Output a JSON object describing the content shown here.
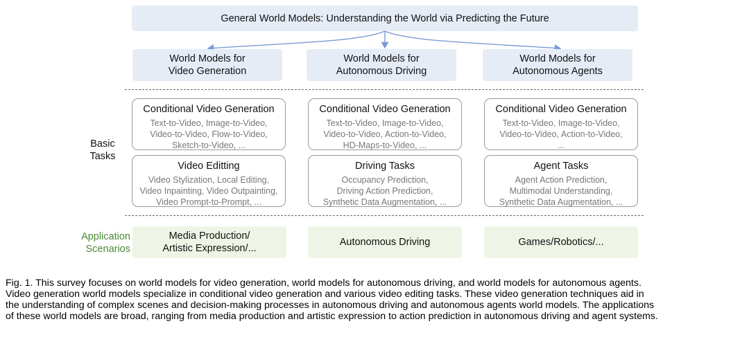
{
  "title": "General World Models: Understanding the World via Predicting the Future",
  "categories": [
    {
      "line1": "World Models for",
      "line2": "Video Generation"
    },
    {
      "line1": "World Models for",
      "line2": "Autonomous Driving"
    },
    {
      "line1": "World Models for",
      "line2": "Autonomous Agents"
    }
  ],
  "side_labels": {
    "basic_tasks_1": "Basic",
    "basic_tasks_2": "Tasks",
    "app_1": "Application",
    "app_2": "Scenarios"
  },
  "tasks_row1": [
    {
      "title": "Conditional Video Generation",
      "lines": [
        "Text-to-Video, Image-to-Video,",
        "Video-to-Video, Flow-to-Video,",
        "Sketch-to-Video, ..."
      ]
    },
    {
      "title": "Conditional Video Generation",
      "lines": [
        "Text-to-Video, Image-to-Video,",
        "Video-to-Video, Action-to-Video,",
        "HD-Maps-to-Video, ..."
      ]
    },
    {
      "title": "Conditional Video Generation",
      "lines": [
        "Text-to-Video, Image-to-Video,",
        "Video-to-Video, Action-to-Video,",
        "..."
      ]
    }
  ],
  "tasks_row2": [
    {
      "title": "Video Editting",
      "lines": [
        "Video Stylization, Local Editing,",
        "Video Inpainting, Video Outpainting,",
        "Video Prompt-to-Prompt, ..."
      ]
    },
    {
      "title": "Driving Tasks",
      "lines": [
        "Occupancy Prediction,",
        "Driving Action Prediction,",
        "Synthetic Data Augmentation, ..."
      ]
    },
    {
      "title": "Agent Tasks",
      "lines": [
        "Agent Action Prediction,",
        "Multimodal Understanding,",
        "Synthetic Data Augmentation, ..."
      ]
    }
  ],
  "applications": [
    {
      "line1": "Media Production/",
      "line2": "Artistic Expression/..."
    },
    {
      "line1": "Autonomous Driving",
      "line2": ""
    },
    {
      "line1": "Games/Robotics/...",
      "line2": ""
    }
  ],
  "caption": [
    "Fig. 1. This survey focuses on world models for video generation, world models for autonomous driving, and world models for autonomous agents.",
    "Video generation world models specialize in conditional video generation and various video editing tasks. These video generation techniques aid in",
    "the understanding of complex scenes and decision-making processes in autonomous driving and autonomous agents world models. The applications",
    "of these world models are broad, ranging from media production and artistic expression to action prediction in autonomous driving and agent systems."
  ],
  "colors": {
    "arrow": "#7b9bd6",
    "category_fill": "#e6ecf6",
    "application_fill": "#eef5e6",
    "application_label": "#4a8a35"
  }
}
